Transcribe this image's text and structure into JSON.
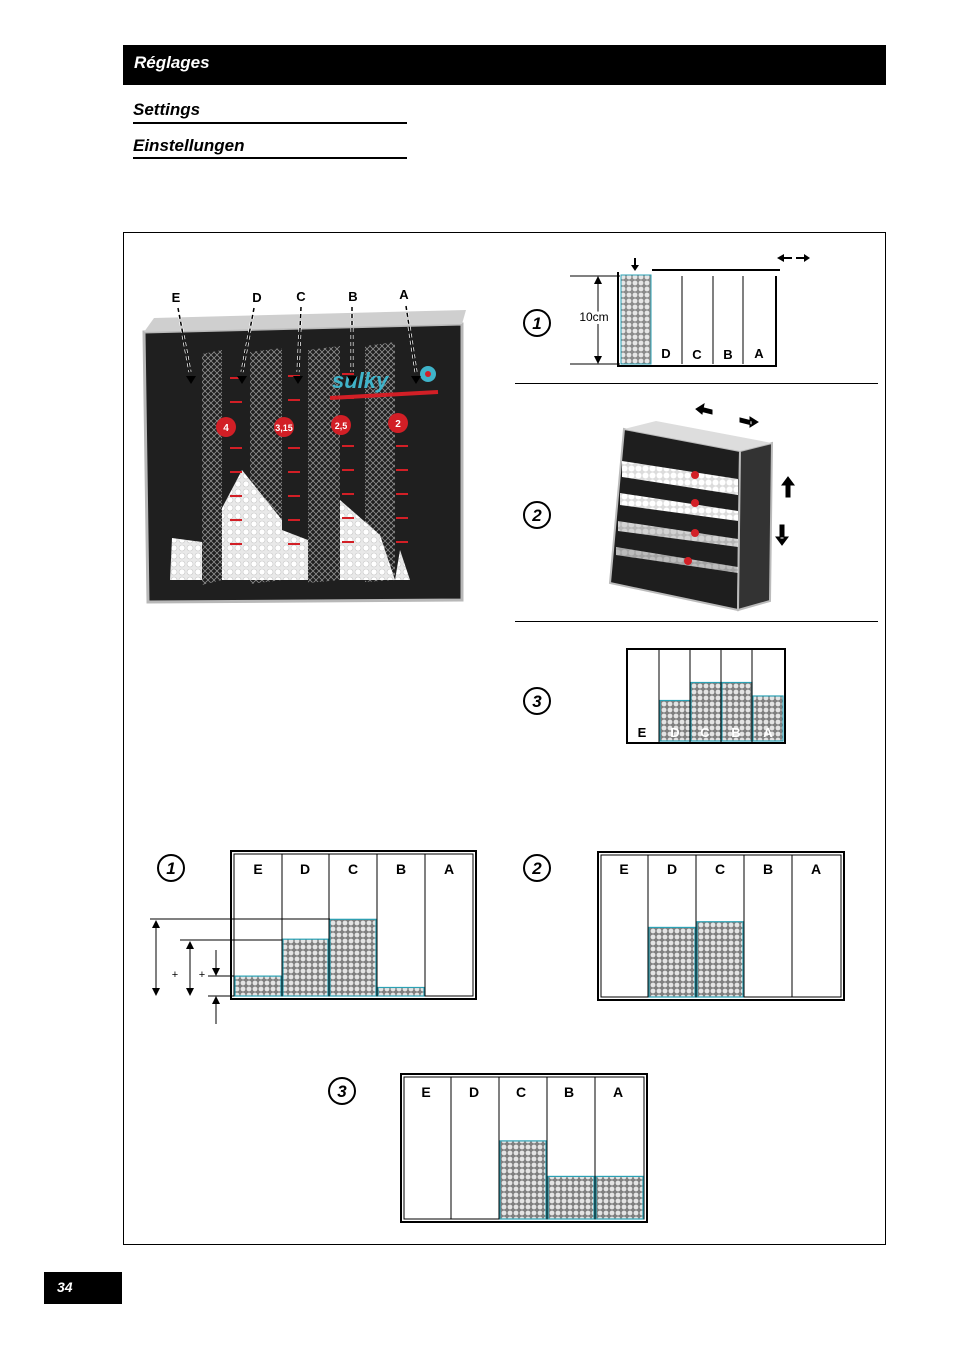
{
  "header": {
    "title": "Réglages",
    "subtitle_en": "Settings",
    "subtitle_de": "Einstellungen"
  },
  "photo": {
    "compartment_labels": [
      "E",
      "D",
      "C",
      "B",
      "A"
    ],
    "markers": [
      "4",
      "3,15",
      "2,5",
      "2"
    ],
    "brand": "sulky"
  },
  "step1": {
    "number": "1",
    "height_label": "10cm",
    "columns": [
      "D",
      "C",
      "B",
      "A"
    ]
  },
  "step2": {
    "number": "2"
  },
  "step3": {
    "number": "3",
    "columns": [
      "E",
      "D",
      "C",
      "B",
      "A"
    ],
    "fill_levels": [
      0,
      0.45,
      0.65,
      0.65,
      0.5
    ]
  },
  "case1": {
    "number": "1",
    "columns": [
      "E",
      "D",
      "C",
      "B",
      "A"
    ],
    "fill_levels": [
      0.14,
      0.4,
      0.54,
      0.06,
      0
    ],
    "plus_signs": [
      "+",
      "+"
    ]
  },
  "case2": {
    "number": "2",
    "columns": [
      "E",
      "D",
      "C",
      "B",
      "A"
    ],
    "fill_levels": [
      0,
      0.49,
      0.53,
      0,
      0
    ]
  },
  "case3": {
    "number": "3",
    "columns": [
      "E",
      "D",
      "C",
      "B",
      "A"
    ],
    "fill_levels": [
      0,
      0,
      0.55,
      0.3,
      0.3
    ]
  },
  "footer": {
    "page_number": "34"
  },
  "colors": {
    "accent_red": "#d21f26",
    "box_dark": "#222222",
    "fill_stroke": "#2aa1b4"
  }
}
